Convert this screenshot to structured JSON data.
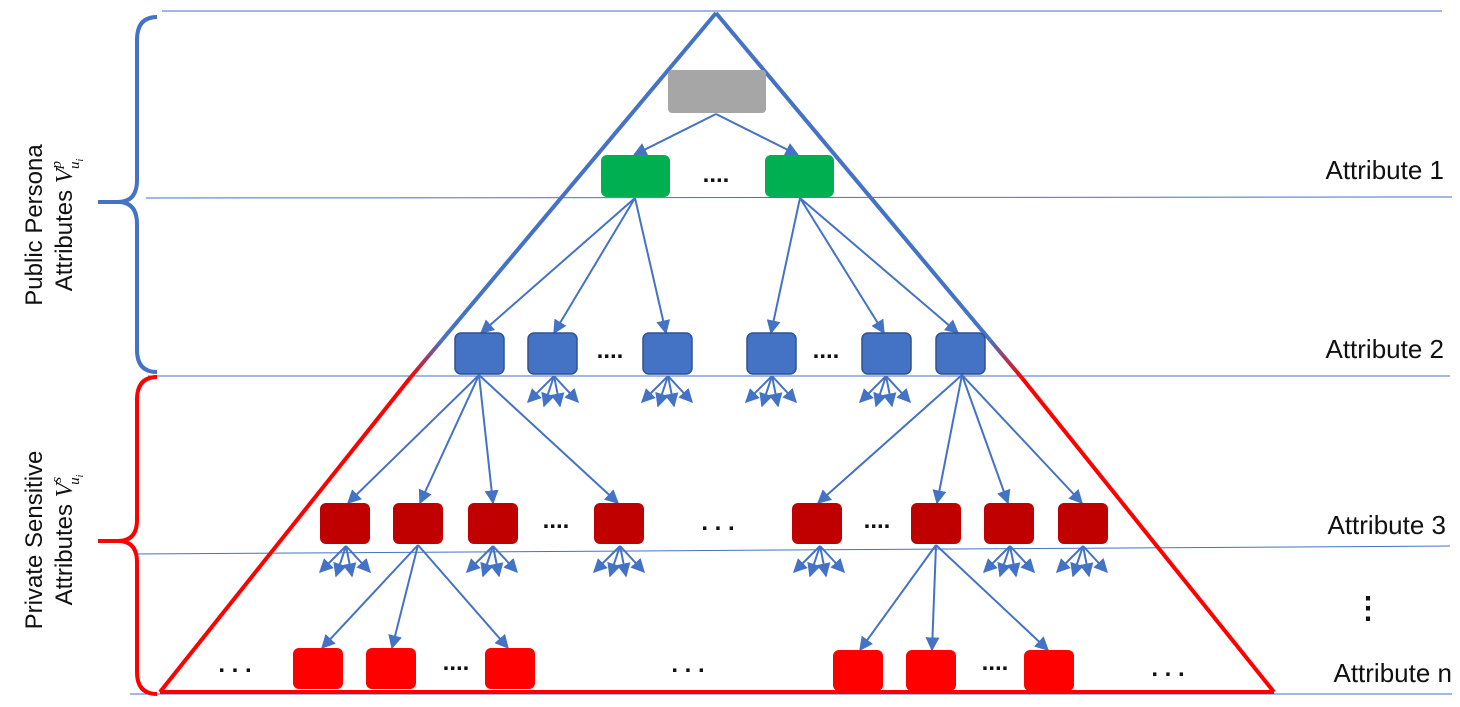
{
  "colors": {
    "public": "#4472c4",
    "private": "#ff0000",
    "edge": "#4472c4",
    "root_node": "#a6a6a6",
    "level1_node": "#00b050",
    "level2_node": "#4472c4",
    "level3_node": "#c00000",
    "leaf_node": "#ff0000"
  },
  "levels": [
    {
      "label": "Attribute 1"
    },
    {
      "label": "Attribute 2"
    },
    {
      "label": "Attribute 3"
    },
    {
      "label": "Attribute n"
    }
  ],
  "vertical_ellipsis": "⋮",
  "groups": {
    "public": {
      "line1": "Public Persona",
      "line2_prefix": "Attributes ",
      "var": "V",
      "sup": "p",
      "sub": "u",
      "subsub": "i"
    },
    "private": {
      "line1": "Private Sensitive",
      "line2_prefix": "Attributes ",
      "var": "V",
      "sup": "s",
      "sub": "u",
      "subsub": "i"
    }
  },
  "ellipses": {
    "level1": [
      "...."
    ],
    "level2": [
      "....",
      "...."
    ],
    "level3": [
      "....",
      ". . .",
      "...."
    ],
    "leaf": [
      ". . .",
      "....",
      ". . .",
      "....",
      ". . ."
    ]
  }
}
